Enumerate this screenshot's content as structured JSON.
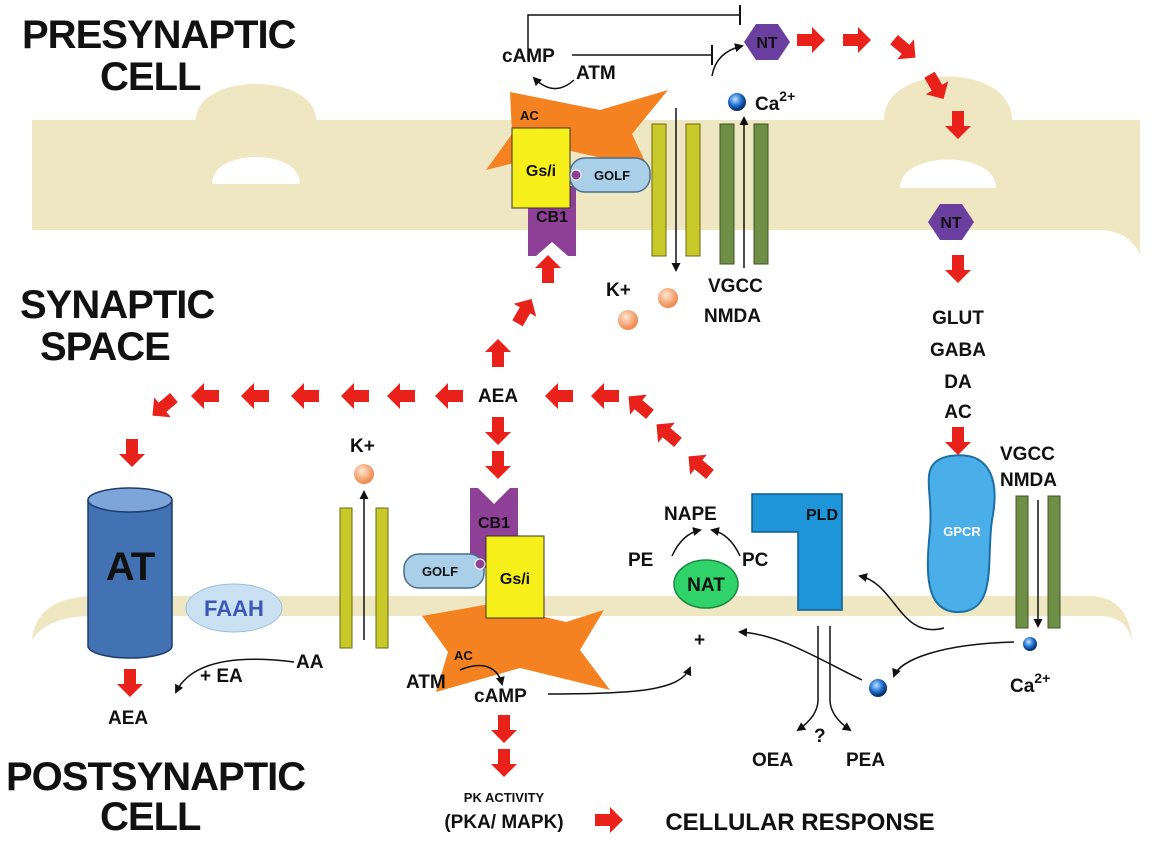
{
  "regions": {
    "presynaptic": [
      "PRESYNAPTIC",
      "CELL"
    ],
    "synaptic": [
      "SYNAPTIC",
      "SPACE"
    ],
    "postsynaptic": [
      "POSTSYNAPTIC",
      "CELL"
    ]
  },
  "presynaptic_terms": {
    "camp": "cAMP",
    "atm": "ATM",
    "nt_top": "NT",
    "ca_base": "Ca",
    "ca_sup": "2+",
    "ac": "AC",
    "gsi": "Gs/i",
    "golf": "GOLF",
    "cb1": "CB1",
    "nt_vesicle": "NT",
    "k_plus": "K+",
    "vgcc": "VGCC",
    "nmda": "NMDA"
  },
  "cleft_terms": {
    "aea": "AEA",
    "transmitters": [
      "GLUT",
      "GABA",
      "DA",
      "AC"
    ]
  },
  "postsynaptic_terms": {
    "k_plus": "K+",
    "at": "AT",
    "faah": "FAAH",
    "cb1": "CB1",
    "golf": "GOLF",
    "gsi": "Gs/i",
    "ac": "AC",
    "nape": "NAPE",
    "pe": "PE",
    "pc": "PC",
    "nat": "NAT",
    "pld": "PLD",
    "gpcr": "GPCR",
    "vgcc": "VGCC",
    "nmda": "NMDA",
    "ca_base": "Ca",
    "ca_sup": "2+",
    "plus": "+",
    "aea_out": "AEA",
    "ea": "+ EA",
    "aa": "AA",
    "atm": "ATM",
    "camp": "cAMP",
    "question": "?",
    "oea": "OEA",
    "pea": "PEA",
    "pk_activity": "PK ACTIVITY",
    "pka_mapk": "(PKA/ MAPK)",
    "cellular_response": "CELLULAR RESPONSE"
  },
  "colors": {
    "membrane": "#efe6c2",
    "arrow_red": "#e8211b",
    "ac_orange": "#f58220",
    "gsi_yellow": "#f7ef1a",
    "cb1_purple": "#8e3f96",
    "golf_blue": "#a9cfe9",
    "channel_olive": "#c9c92a",
    "vgcc_green": "#6f8e46",
    "nt_purple": "#6b3fa0",
    "at_blue": "#4272b3",
    "faah_blue": "#c9e1f2",
    "nat_green": "#2fd36a",
    "pld_blue": "#1d95d8",
    "gpcr_blue": "#4aaee8",
    "k_orange": "#f4a778"
  }
}
